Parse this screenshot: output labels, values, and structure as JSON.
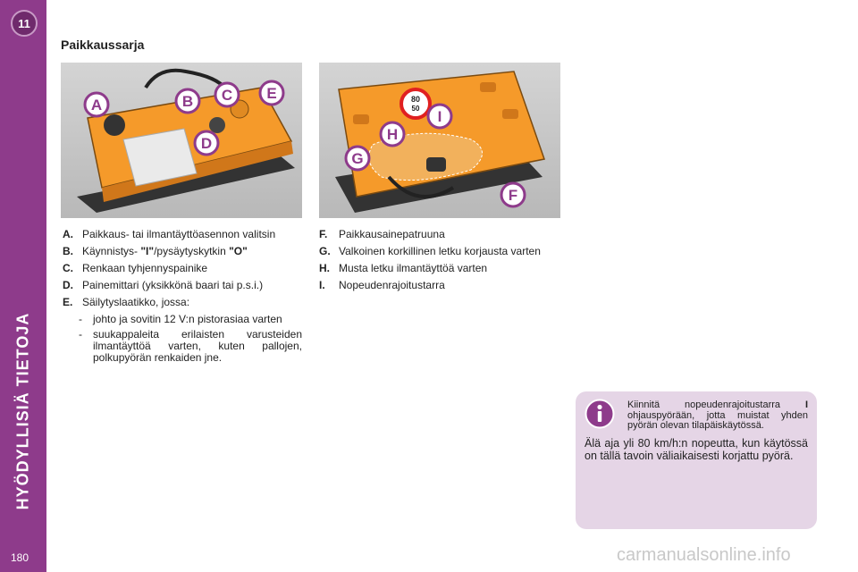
{
  "sidebar": {
    "chapter_number": "11",
    "chapter_title": "HYÖDYLLISIÄ TIETOJA",
    "page_number": "180"
  },
  "section": {
    "title": "Paikkaussarja"
  },
  "figure_left": {
    "labels": [
      "A",
      "B",
      "C",
      "E",
      "D"
    ]
  },
  "figure_right": {
    "labels": [
      "I",
      "H",
      "G",
      "F"
    ],
    "speed_sticker": {
      "line1": "80",
      "line2": "50"
    }
  },
  "legend_left": [
    {
      "key": "A.",
      "text": "Paikkaus- tai ilmantäyttöasennon valitsin"
    },
    {
      "key": "B.",
      "parts": [
        "Käynnistys- ",
        "\"I\"",
        "/pysäytyskytkin ",
        "\"O\""
      ]
    },
    {
      "key": "C.",
      "text": "Renkaan tyhjennyspainike"
    },
    {
      "key": "D.",
      "text": "Painemittari (yksikkönä baari tai p.s.i.)"
    },
    {
      "key": "E.",
      "text": "Säilytyslaatikko, jossa:"
    }
  ],
  "legend_left_sub": [
    {
      "dash": "-",
      "text": "johto ja sovitin 12 V:n pistorasiaa varten"
    },
    {
      "dash": "-",
      "text": "suukappaleita erilaisten varusteiden ilmantäyttöä varten, kuten pallojen, polkupyörän renkaiden jne."
    }
  ],
  "legend_right": [
    {
      "key": "F.",
      "text": "Paikkausainepatruuna"
    },
    {
      "key": "G.",
      "text": "Valkoinen korkillinen letku korjausta varten"
    },
    {
      "key": "H.",
      "text": "Musta letku ilmantäyttöä varten"
    },
    {
      "key": "I.",
      "text": "Nopeudenrajoitustarra"
    }
  ],
  "info_box": {
    "icon": "info-icon",
    "note_before": "Kiinnitä nopeudenrajoitustarra ",
    "note_bold": "I",
    "note_after": " ohjauspyörään, jotta muistat yhden pyörän olevan tilapäiskäytössä.",
    "text": "Älä aja yli 80 km/h:n nopeutta, kun käytössä on tällä tavoin väliaikaisesti korjattu pyörä."
  },
  "watermark": "carmanualsonline.info",
  "colors": {
    "sidebar": "#8e3b8b",
    "info_box_bg": "#e5d5e6",
    "kit_orange": "#f59a2a",
    "label_purple": "#8e3b8b"
  }
}
